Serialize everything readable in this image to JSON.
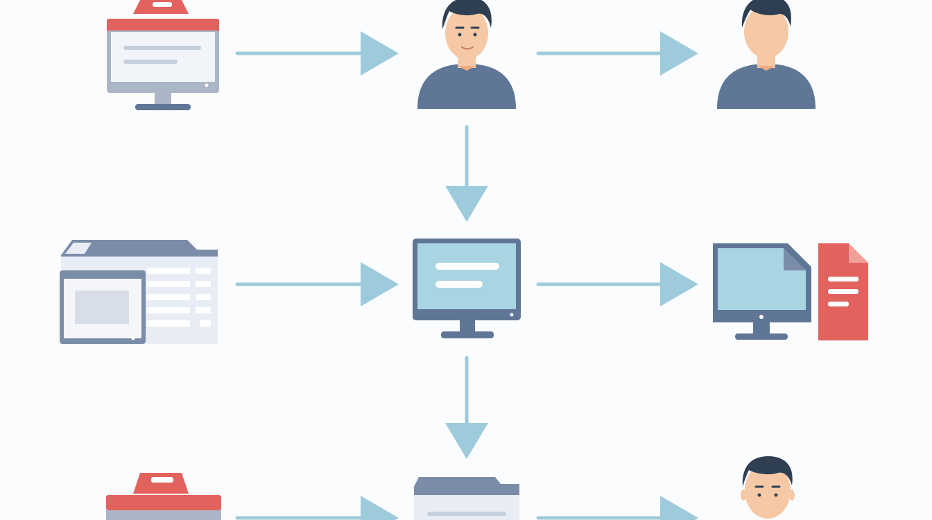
{
  "diagram": {
    "nodes": [
      {
        "id": "browser-window-top",
        "icon": "browser-window-icon"
      },
      {
        "id": "person-center-top",
        "icon": "user-icon"
      },
      {
        "id": "person-right-top",
        "icon": "user-icon"
      },
      {
        "id": "file-manager",
        "icon": "file-manager-window-icon"
      },
      {
        "id": "monitor-center",
        "icon": "monitor-icon"
      },
      {
        "id": "monitor-with-documents",
        "icon": "monitor-document-icon"
      },
      {
        "id": "browser-window-bottom",
        "icon": "browser-window-icon"
      },
      {
        "id": "window-bottom-center",
        "icon": "app-window-icon"
      },
      {
        "id": "person-right-bottom",
        "icon": "user-icon"
      }
    ],
    "edges": [
      {
        "from": "browser-window-top",
        "to": "person-center-top",
        "direction": "right"
      },
      {
        "from": "person-center-top",
        "to": "person-right-top",
        "direction": "right"
      },
      {
        "from": "person-center-top",
        "to": "monitor-center",
        "direction": "down"
      },
      {
        "from": "file-manager",
        "to": "monitor-center",
        "direction": "right"
      },
      {
        "from": "monitor-center",
        "to": "monitor-with-documents",
        "direction": "right"
      },
      {
        "from": "monitor-center",
        "to": "window-bottom-center",
        "direction": "down"
      },
      {
        "from": "browser-window-bottom",
        "to": "window-bottom-center",
        "direction": "right"
      },
      {
        "from": "window-bottom-center",
        "to": "person-right-bottom",
        "direction": "right"
      }
    ]
  },
  "colors": {
    "background": "#fbfcfd",
    "arrow": "#9ecbdc",
    "accent_red": "#e2625e",
    "slate": "#5f7696",
    "frame_gray": "#aab5c6",
    "screen_light": "#e8edf5",
    "screen_blue": "#a9d4e2",
    "skin": "#f6c9a6",
    "hair": "#2f3f52"
  }
}
